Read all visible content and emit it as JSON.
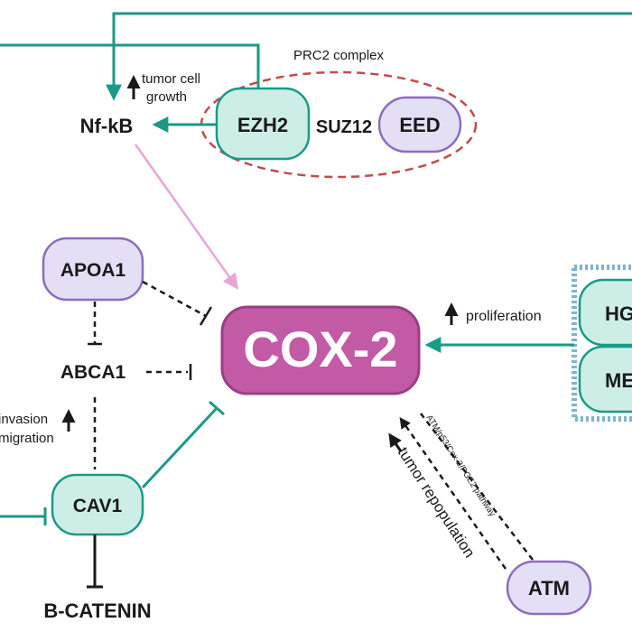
{
  "colors": {
    "teal_fill": "#cdeee6",
    "teal_stroke": "#1a9a86",
    "lavender_fill": "#e4dff5",
    "lavender_stroke": "#8c6cc0",
    "cox2_fill": "#c25aa5",
    "cox2_stroke": "#9a3f85",
    "cox2_text": "#ffffff",
    "prc2_dash": "#c24b4b",
    "pink_arrow": "#e7a6d6",
    "dark": "#1a1a1a",
    "membrane": "#7fb2d4"
  },
  "nodes": {
    "nfkb": "Nf-kB",
    "ezh2": "EZH2",
    "suz12": "SUZ12",
    "eed": "EED",
    "apoa1": "APOA1",
    "abca1": "ABCA1",
    "cox2": "COX-2",
    "cav1": "CAV1",
    "b_catenin": "B-CATENIN",
    "atm": "ATM",
    "hg_partial": "HG",
    "me_partial": "ME"
  },
  "labels": {
    "prc2_complex": "PRC2 complex",
    "tumor_cell": "tumor cell",
    "growth": "growth",
    "proliferation": "proliferation",
    "invasion": "invasion",
    "migration": "migration",
    "tumor_repopulation": "tumor repopulation",
    "atm_pathway": "ATM/p53/Cox-2/PGE2  pathway"
  },
  "icons": {
    "up_arrow": "up-arrow-icon"
  }
}
